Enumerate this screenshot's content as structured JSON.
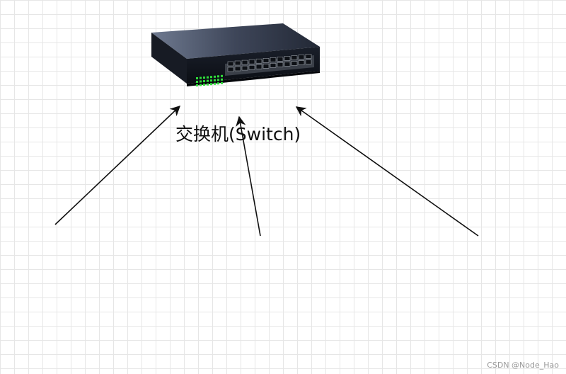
{
  "switch": {
    "label": "交换机(Switch)"
  },
  "computers": [
    {
      "id": "pc-left"
    },
    {
      "id": "pc-middle"
    },
    {
      "id": "pc-right"
    }
  ],
  "watermark": "CSDN @Node_Hao",
  "colors": {
    "switch_body": "#2b3445",
    "led": "#2fdc3a",
    "screen": "#1d7fd6",
    "arrow": "#111111"
  }
}
